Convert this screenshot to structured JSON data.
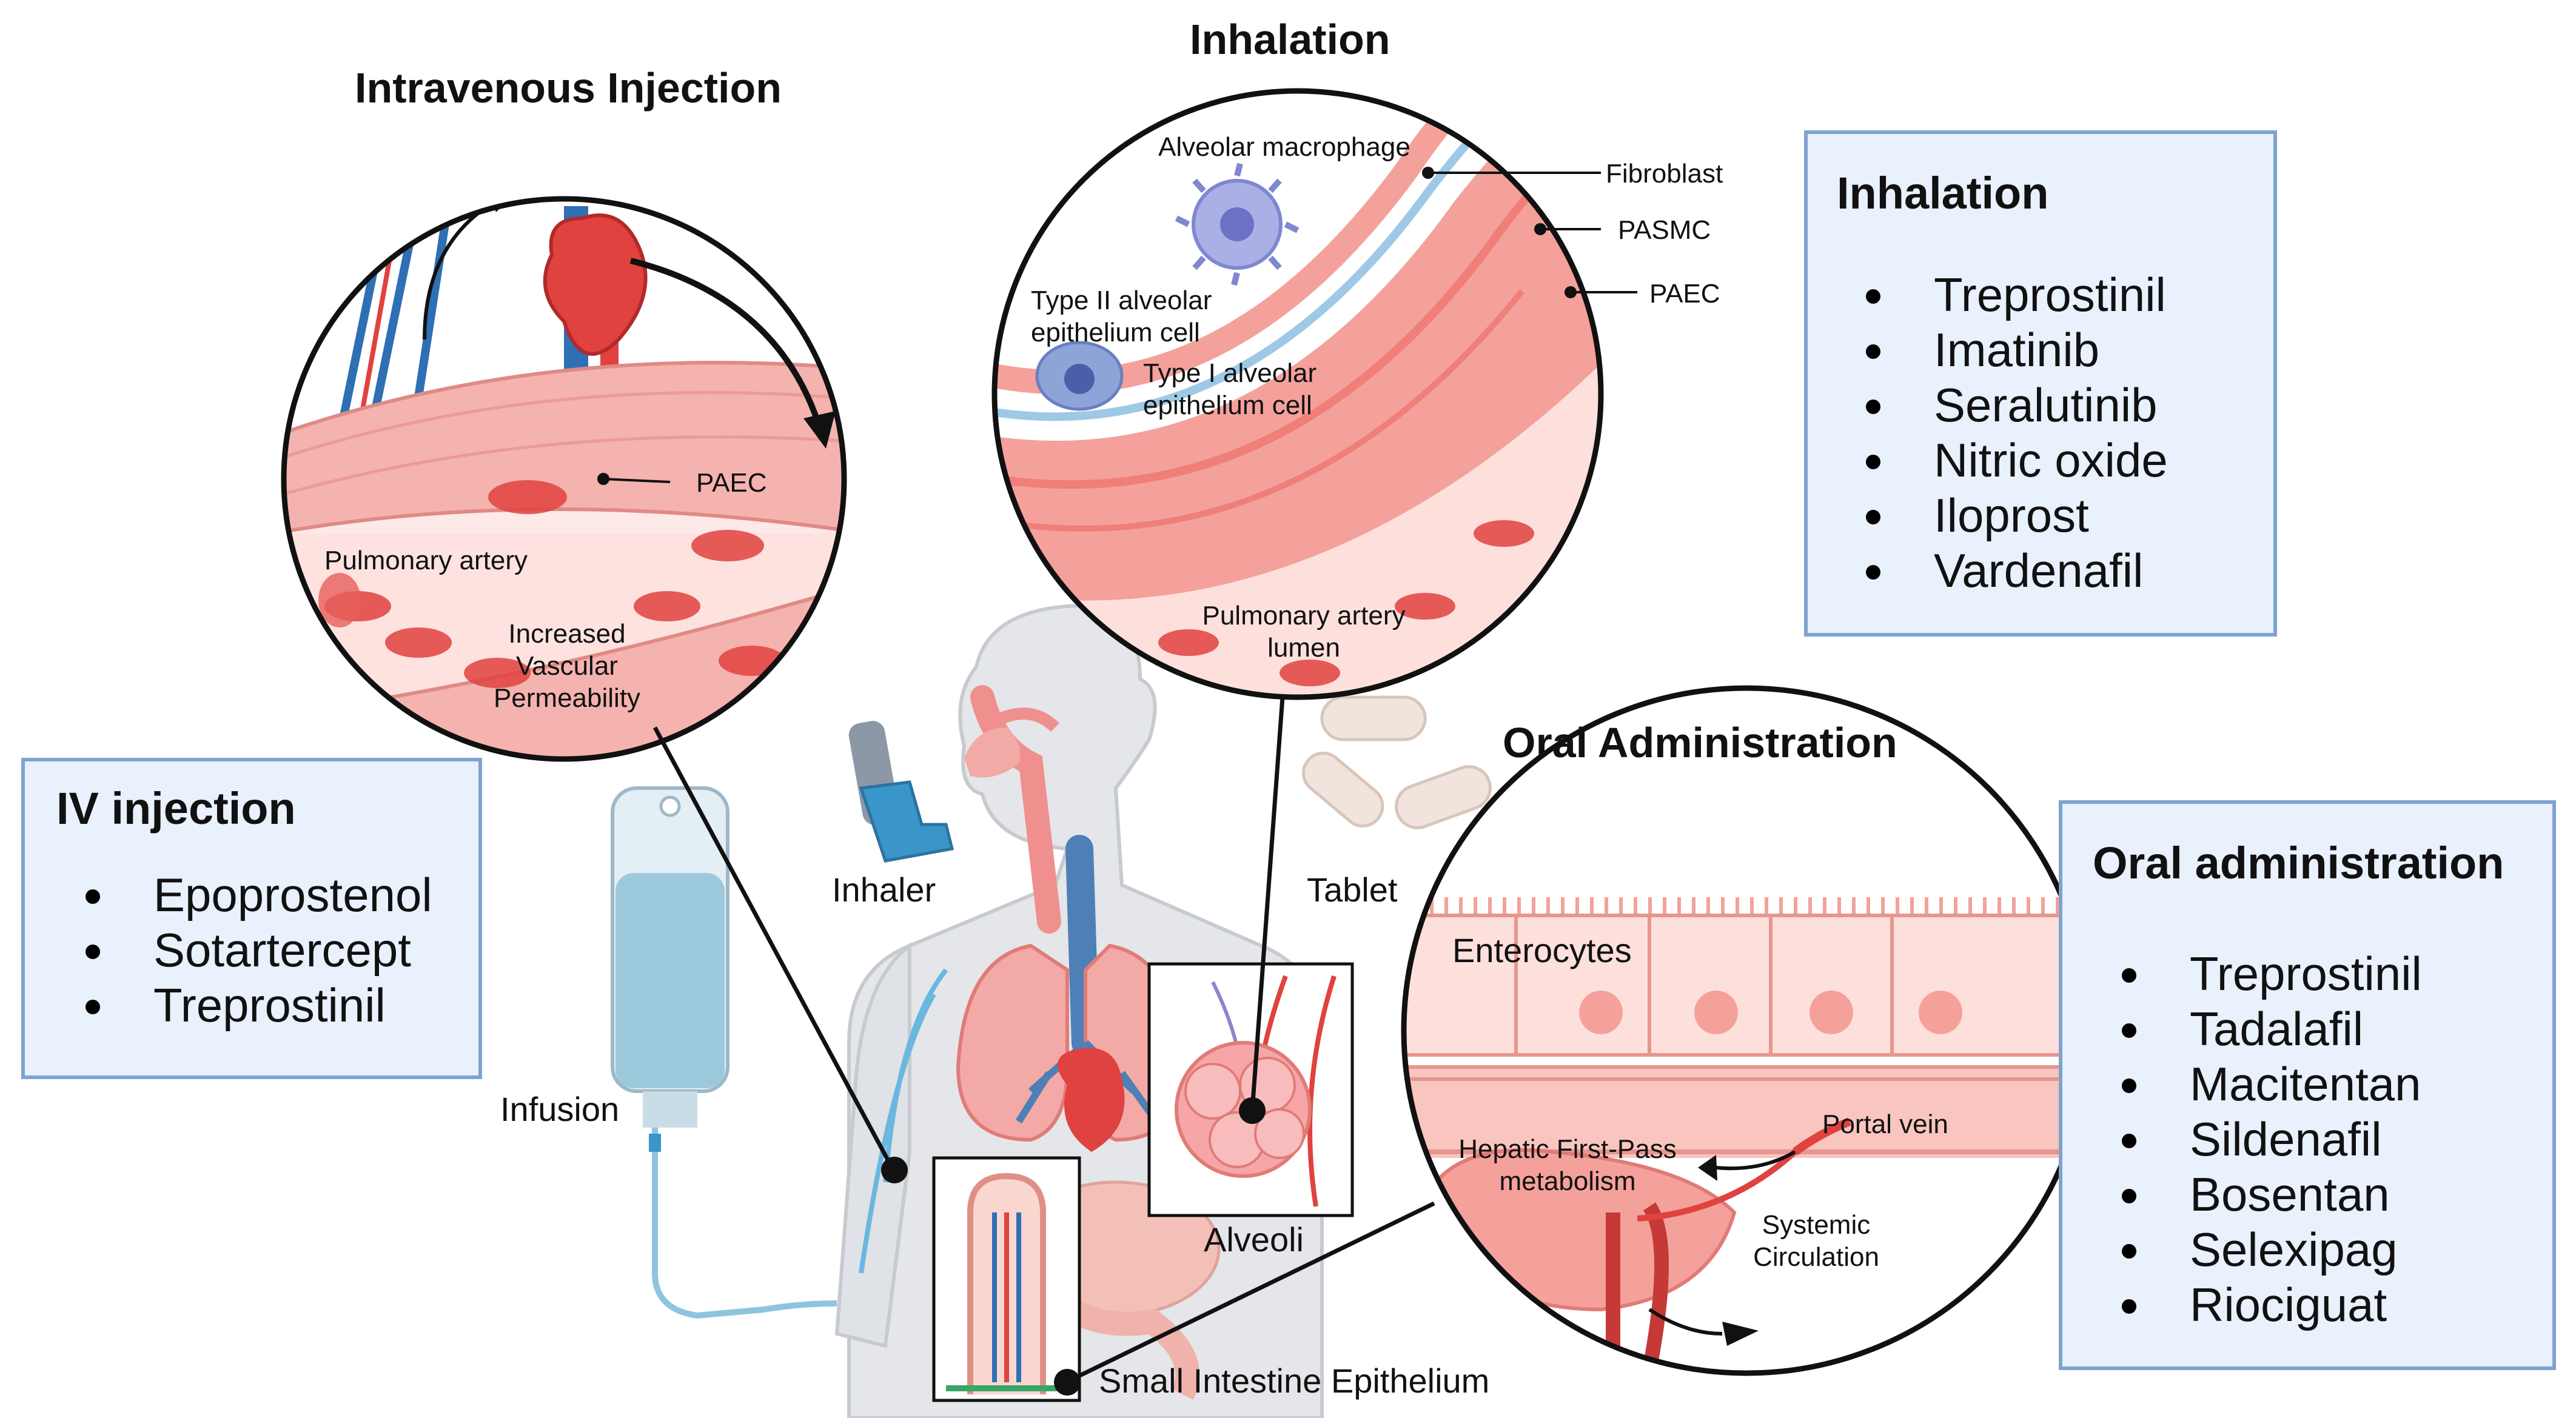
{
  "titles": {
    "iv": "Intravenous Injection",
    "inhalation": "Inhalation",
    "oral": "Oral Administration"
  },
  "iv_circle_labels": {
    "paec": "PAEC",
    "pulmonary_artery": "Pulmonary artery",
    "permeability": "Increased Vascular Permeability"
  },
  "inhalation_circle_labels": {
    "macrophage": "Alveolar macrophage",
    "fibroblast": "Fibroblast",
    "pasmc": "PASMC",
    "paec": "PAEC",
    "type2": "Type II alveolar epithelium cell",
    "type1": "Type I alveolar epithelium cell",
    "lumen": "Pulmonary artery lumen"
  },
  "oral_circle_labels": {
    "enterocytes": "Enterocytes",
    "portal_vein": "Portal vein",
    "hepatic": "Hepatic First-Pass metabolism",
    "systemic": "Systemic Circulation"
  },
  "body_labels": {
    "inhaler": "Inhaler",
    "tablet": "Tablet",
    "infusion": "Infusion",
    "alveoli": "Alveoli",
    "small_intestine": "Small Intestine Epithelium"
  },
  "boxes": {
    "iv": {
      "heading": "IV injection",
      "drugs": [
        "Epoprostenol",
        "Sotartercept",
        "Treprostinil"
      ]
    },
    "inhalation": {
      "heading": "Inhalation",
      "drugs": [
        "Treprostinil",
        "Imatinib",
        "Seralutinib",
        "Nitric oxide",
        "Iloprost",
        "Vardenafil"
      ]
    },
    "oral": {
      "heading": "Oral administration",
      "drugs": [
        "Treprostinil",
        "Tadalafil",
        "Macitentan",
        "Sildenafil",
        "Bosentan",
        "Selexipag",
        "Riociguat"
      ]
    }
  },
  "colors": {
    "box_fill": "#e8f1fc",
    "box_border": "#7ea3cf",
    "tissue_pink": "#f6b8b5",
    "vessel_red": "#e0423f",
    "vein_blue": "#2f6fb3",
    "body_gray": "#e4e6e9"
  }
}
